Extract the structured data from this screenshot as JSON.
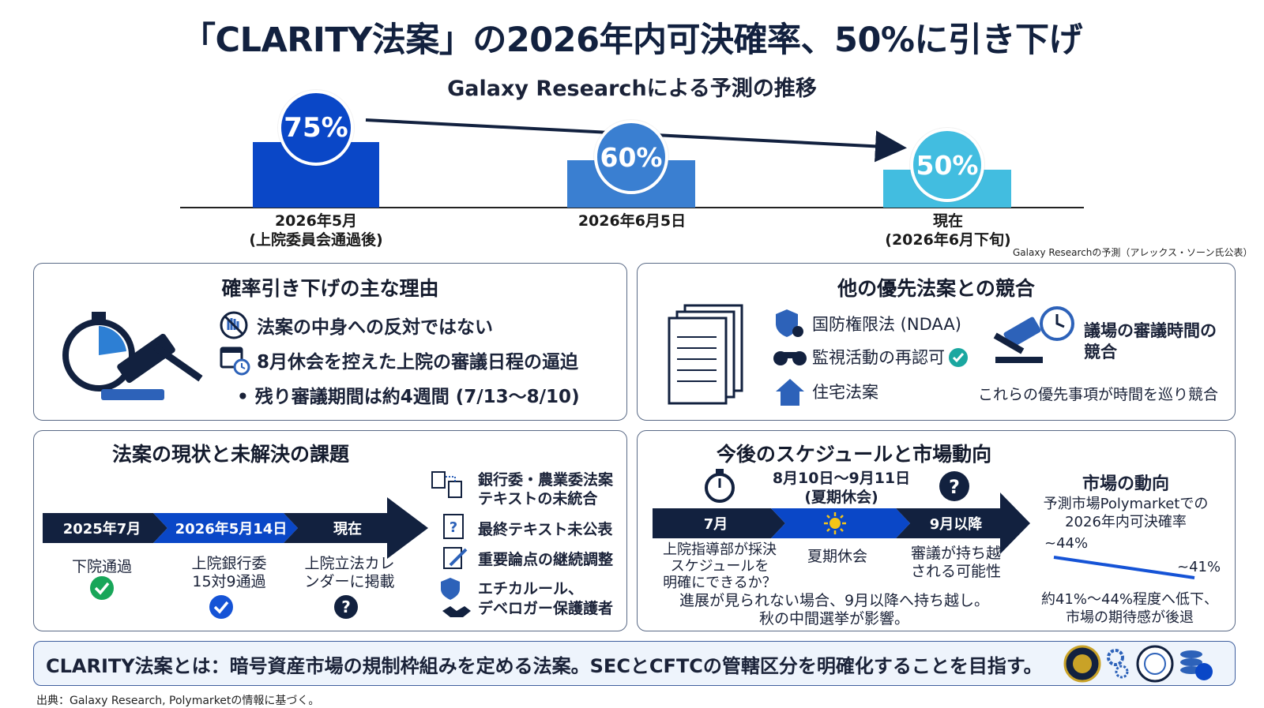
{
  "header": {
    "title": "「CLARITY法案」の2026年内可決確率、50%に引き下げ",
    "subtitle": "Galaxy Researchによる予測の推移"
  },
  "timeline": {
    "points": [
      {
        "value": "75%",
        "date": "2026年5月",
        "note": "(上院委員会通過後)"
      },
      {
        "value": "60%",
        "date": "2026年6月5日",
        "note": ""
      },
      {
        "value": "50%",
        "date": "現在",
        "note": "(2026年6月下旬)"
      }
    ],
    "source_note": "Galaxy Researchの予測（アレックス・ソーン氏公表）",
    "colors": [
      "#0a47c7",
      "#3a7fd1",
      "#42bde0"
    ]
  },
  "reasons": {
    "heading": "確率引き下げの主な理由",
    "items": [
      "法案の中身への反対ではない",
      "8月休会を控えた上院の審議日程の逼迫"
    ],
    "bullet": "残り審議期間は約4週間 (7/13〜8/10)"
  },
  "competition": {
    "heading": "他の優先法案との競合",
    "items": [
      "国防権限法 (NDAA)",
      "監視活動の再認可",
      "住宅法案"
    ],
    "side_label_1": "議場の審議時間の",
    "side_label_2": "競合",
    "side_note": "これらの優先事項が時間を巡り競合"
  },
  "status": {
    "heading": "法案の現状と未解決の課題",
    "steps": [
      {
        "label": "2025年7月",
        "desc1": "下院通過",
        "desc2": ""
      },
      {
        "label": "2026年5月14日",
        "desc1": "上院銀行委",
        "desc2": "15対9通過"
      },
      {
        "label": "現在",
        "desc1": "上院立法カレ",
        "desc2": "ンダーに掲載"
      }
    ],
    "issues": [
      {
        "l1": "銀行委・農業委法案",
        "l2": "テキストの未統合"
      },
      {
        "l1": "最終テキスト未公表",
        "l2": ""
      },
      {
        "l1": "重要論点の継続調整",
        "l2": ""
      },
      {
        "l1": "エチカルール、",
        "l2": "デベロガー保護護者"
      }
    ]
  },
  "schedule": {
    "heading": "今後のスケジュールと市場動向",
    "period_top": "8月10日〜9月11日",
    "period_sub": "(夏期休会)",
    "steps": [
      {
        "label": "7月",
        "desc": [
          "上院指導部が採決",
          "スケジュールを",
          "明確にできるか？"
        ]
      },
      {
        "label": "",
        "desc": [
          "夏期休会"
        ]
      },
      {
        "label": "9月以降",
        "desc": [
          "審議が持ち越",
          "される可能性"
        ]
      }
    ],
    "note1": "進展が見られない場合、9月以降へ持ち越し。",
    "note2": "秋の中間選挙が影響。",
    "market": {
      "heading": "市場の動向",
      "sub1": "予測市場Polymarketでの",
      "sub2": "2026年内可決確率",
      "start": "~44%",
      "end": "~41%",
      "note1": "約41%〜44%程度へ低下、",
      "note2": "市場の期待感が後退"
    }
  },
  "footer": {
    "definition": "CLARITY法案とは：暗号資産市場の規制枠組みを定める法案。SECとCFTCの管轄区分を明確化することを目指す。",
    "source": "出典：Galaxy Research, Polymarketの情報に基づく。"
  }
}
